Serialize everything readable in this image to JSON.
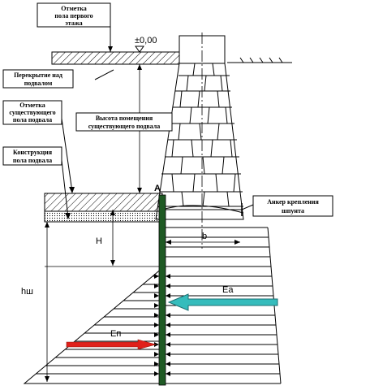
{
  "labels": {
    "first_floor_mark": [
      "Отметка",
      "пола первого",
      "этажа"
    ],
    "zero_mark": "±0,00",
    "slab_over_basement": [
      "Перекрытие над",
      "подвалом"
    ],
    "existing_floor_mark": [
      "Отметка",
      "существующего",
      "пола подвала"
    ],
    "room_height": [
      "Высота помещения",
      "существующего подвала"
    ],
    "floor_construction": [
      "Конструкция",
      "пола подвала"
    ],
    "point_a": "A",
    "anchor": [
      "Анкер крепления",
      "шпунта"
    ],
    "dim_b": "b",
    "dim_h": "H",
    "dim_hsh": "hш",
    "active_pressure": "Ea",
    "passive_pressure": "Eп"
  },
  "colors": {
    "sheet_pile": "#1f5a24",
    "active_arrow": "#35bcbc",
    "passive_arrow": "#e0201a",
    "ink": "#000000"
  }
}
